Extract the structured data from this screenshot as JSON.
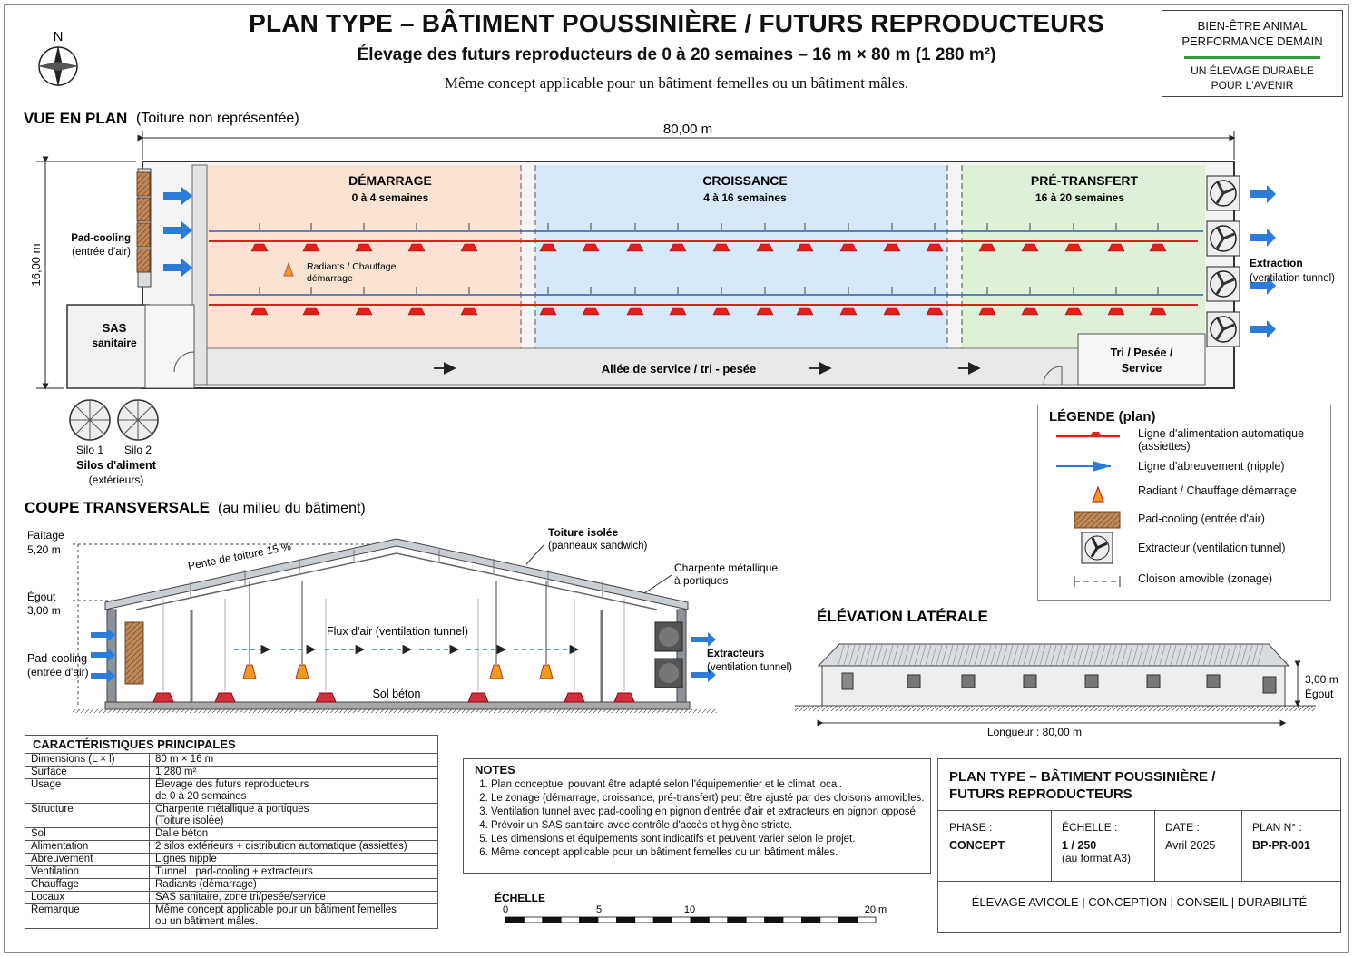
{
  "header": {
    "title": "PLAN TYPE – BÂTIMENT POUSSINIÈRE / FUTURS REPRODUCTEURS",
    "subtitle": "Élevage des futurs reproducteurs de 0 à 20 semaines  –  16 m × 80 m  (1 280 m²)",
    "subline": "Même concept applicable pour un bâtiment femelles ou un bâtiment mâles.",
    "north": "N"
  },
  "tagbox": {
    "line1": "BIEN-ÊTRE ANIMAL",
    "line2": "PERFORMANCE DEMAIN",
    "line3": "UN ÉLEVAGE DURABLE",
    "line4": "POUR L'AVENIR"
  },
  "plan": {
    "section_title": "VUE EN PLAN",
    "section_note": "(Toiture non représentée)",
    "length": "80,00 m",
    "width": "16,00 m",
    "zones": [
      {
        "name": "DÉMARRAGE",
        "weeks": "0 à 4 semaines",
        "color": "#fbe3d3"
      },
      {
        "name": "CROISSANCE",
        "weeks": "4 à 16 semaines",
        "color": "#d7e9f8"
      },
      {
        "name": "PRÉ-TRANSFERT",
        "weeks": "16 à 20 semaines",
        "color": "#dff0d8"
      }
    ],
    "pad_cooling": "Pad-cooling",
    "pad_cooling_sub": "(entrée d'air)",
    "radiants": "Radiants / Chauffage",
    "radiants_sub": "démarrage",
    "sas": "SAS",
    "sas_sub": "sanitaire",
    "aisle": "Allée de service / tri - pesée",
    "tri": "Tri / Pesée /",
    "tri_sub": "Service",
    "extraction": "Extraction",
    "extraction_sub": "(ventilation tunnel)",
    "silo1": "Silo 1",
    "silo2": "Silo 2",
    "silos": "Silos d'aliment",
    "silos_sub": "(extérieurs)"
  },
  "legend": {
    "title": "LÉGENDE (plan)",
    "items": [
      {
        "label": "Ligne d'alimentation automatique",
        "label2": "(assiettes)",
        "icon": "feed-line-icon"
      },
      {
        "label": "Ligne d'abreuvement (nipple)",
        "icon": "water-line-icon"
      },
      {
        "label": "Radiant / Chauffage démarrage",
        "icon": "radiant-icon"
      },
      {
        "label": "Pad-cooling (entrée d'air)",
        "icon": "pad-cooling-icon"
      },
      {
        "label": "Extracteur (ventilation tunnel)",
        "icon": "fan-icon"
      },
      {
        "label": "Cloison amovible (zonage)",
        "icon": "partition-icon"
      }
    ],
    "colors": {
      "feed": "#e0201c",
      "water": "#2d7bd8",
      "radiant": "#f29a1a",
      "pad": "#b8794a"
    }
  },
  "coupe": {
    "section_title": "COUPE TRANSVERSALE",
    "section_note": "(au milieu du bâtiment)",
    "faitage": "Faîtage",
    "faitage_h": "5,20 m",
    "egout": "Égout",
    "egout_h": "3,00 m",
    "pente": "Pente de toiture 15 %",
    "toiture": "Toiture isolée",
    "toiture_sub": "(panneaux sandwich)",
    "charpente": "Charpente métallique",
    "charpente_sub": "à portiques",
    "flux": "Flux d'air (ventilation tunnel)",
    "pad": "Pad-cooling",
    "pad_sub": "(entrée d'air)",
    "extracteurs": "Extracteurs",
    "extracteurs_sub": "(ventilation tunnel)",
    "sol": "Sol béton"
  },
  "elevation": {
    "title": "ÉLÉVATION LATÉRALE",
    "height": "3,00 m",
    "egout": "Égout",
    "length": "Longueur : 80,00 m"
  },
  "caracteristiques": {
    "title": "CARACTÉRISTIQUES PRINCIPALES",
    "rows": [
      {
        "k": "Dimensions (L × l)",
        "v": "80 m × 16 m"
      },
      {
        "k": "Surface",
        "v": "1 280 m²"
      },
      {
        "k": "Usage",
        "v": "Élevage des futurs reproducteurs",
        "v2": "de 0 à 20 semaines"
      },
      {
        "k": "Structure",
        "v": "Charpente métallique à portiques",
        "v2": "(Toiture isolée)"
      },
      {
        "k": "Sol",
        "v": "Dalle béton"
      },
      {
        "k": "Alimentation",
        "v": "2 silos extérieurs + distribution automatique (assiettes)"
      },
      {
        "k": "Abreuvement",
        "v": "Lignes nipple"
      },
      {
        "k": "Ventilation",
        "v": "Tunnel : pad-cooling + extracteurs"
      },
      {
        "k": "Chauffage",
        "v": "Radiants (démarrage)"
      },
      {
        "k": "Locaux",
        "v": "SAS sanitaire, zone tri/pesée/service"
      },
      {
        "k": "Remarque",
        "v": "Même concept applicable pour un bâtiment  femelles",
        "v2": "ou un bâtiment mâles."
      }
    ]
  },
  "notes": {
    "title": "NOTES",
    "items": [
      "Plan conceptuel pouvant être adapté selon l'équipementier et le climat local.",
      "Le zonage (démarrage, croissance, pré-transfert) peut être ajusté par des cloisons amovibles.",
      "Ventilation tunnel avec pad-cooling en pignon d'entrée d'air et extracteurs en pignon opposé.",
      "Prévoir un SAS sanitaire avec contrôle d'accès et hygiène stricte.",
      "Les dimensions et équipements sont indicatifs et peuvent varier selon le projet.",
      "Même concept applicable pour un bâtiment femelles ou un bâtiment mâles."
    ]
  },
  "scale": {
    "title": "ÉCHELLE",
    "ticks": [
      "0",
      "5",
      "10",
      "20 m"
    ]
  },
  "cartouche": {
    "title1": "PLAN TYPE – BÂTIMENT POUSSINIÈRE /",
    "title2": "FUTURS REPRODUCTEURS",
    "phase_label": "PHASE :",
    "phase": "CONCEPT",
    "echelle_label": "ÉCHELLE :",
    "echelle": "1 / 250",
    "echelle_sub": "(au format A3)",
    "date_label": "DATE :",
    "date": "Avril 2025",
    "plan_label": "PLAN N° :",
    "plan_no": "BP-PR-001",
    "footer": "ÉLEVAGE AVICOLE  |  CONCEPTION  |  CONSEIL  |  DURABILITÉ"
  }
}
